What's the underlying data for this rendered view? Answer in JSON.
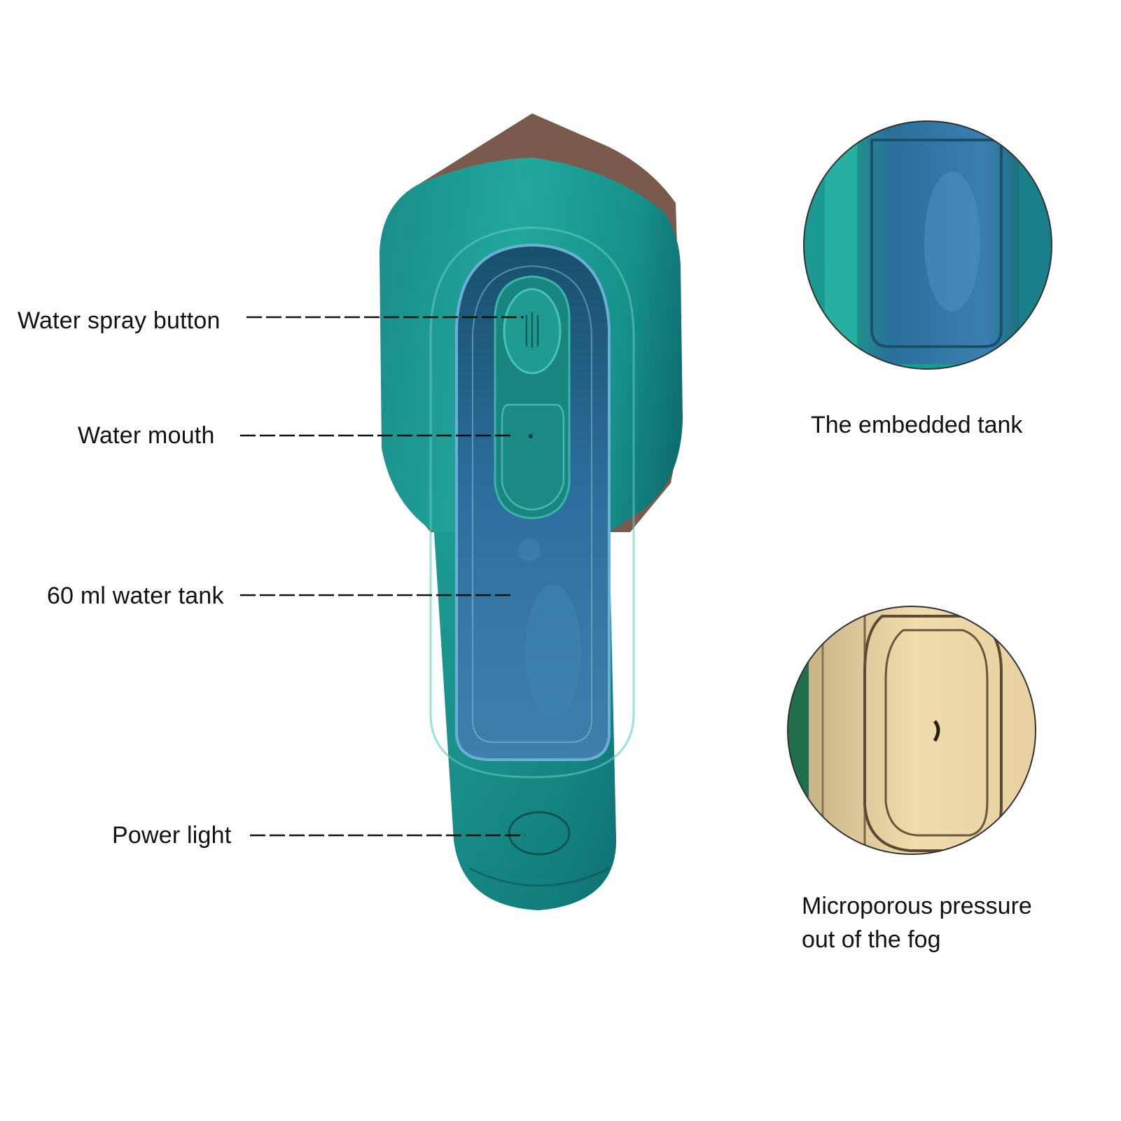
{
  "callouts": {
    "spray_button": "Water spray button",
    "water_mouth": "Water mouth",
    "water_tank": "60 ml water tank",
    "power_light": "Power light"
  },
  "details": {
    "tank_caption": "The embedded tank",
    "fog_caption_line1": "Microporous pressure",
    "fog_caption_line2": "out of the fog"
  },
  "colors": {
    "body_teal": "#1e9a94",
    "body_dark": "#0f6a6f",
    "tank_blue": "#2f6f9f",
    "soleplate_brown": "#7a5a4c",
    "nozzle_plate": "#ecd7a8"
  },
  "icons": {
    "spray_button_symbol": "spray-lines-icon",
    "power_indicator": "oval-indicator-icon"
  }
}
